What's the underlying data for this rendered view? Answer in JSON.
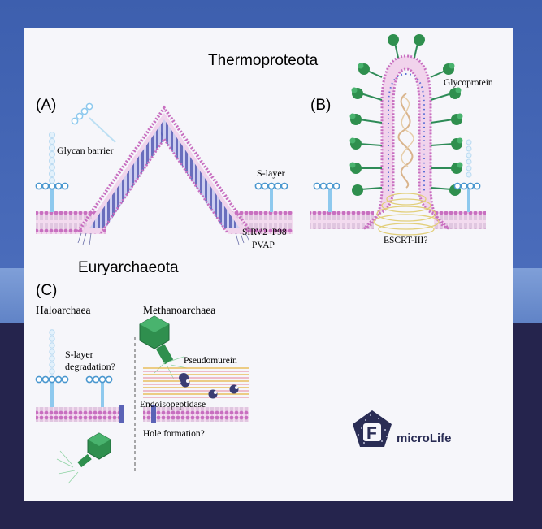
{
  "labels": {
    "thermo": "Thermoproteota",
    "eury": "Euryarchaeota",
    "panel_a": "(A)",
    "panel_b": "(B)",
    "panel_c": "(C)",
    "glycan_barrier": "Glycan barrier",
    "s_layer": "S-layer",
    "sirv2": "SIRV2_P98",
    "pvap": "PVAP",
    "glycoprotein": "Glycoprotein",
    "escrt": "ESCRT-III?",
    "haloarchaea": "Haloarchaea",
    "methanoarchaea": "Methanoarchaea",
    "s_layer_deg_1": "S-layer",
    "s_layer_deg_2": "degradation?",
    "pseudomurein": "Pseudomurein",
    "endoiso": "Endoisopeptidase",
    "hole": "Hole formation?",
    "logo_letter": "F",
    "logo_text": "microLife"
  },
  "colors": {
    "membrane": "#c86fc0",
    "membrane_inner": "#e7b9e2",
    "slayer": "#8ec9ee",
    "slayer_dark": "#4a97cf",
    "glyco": "#2e8b57",
    "glyco_light": "#49b36e",
    "virus": "#2f8f4e",
    "pvap": "#5b63b6"
  }
}
